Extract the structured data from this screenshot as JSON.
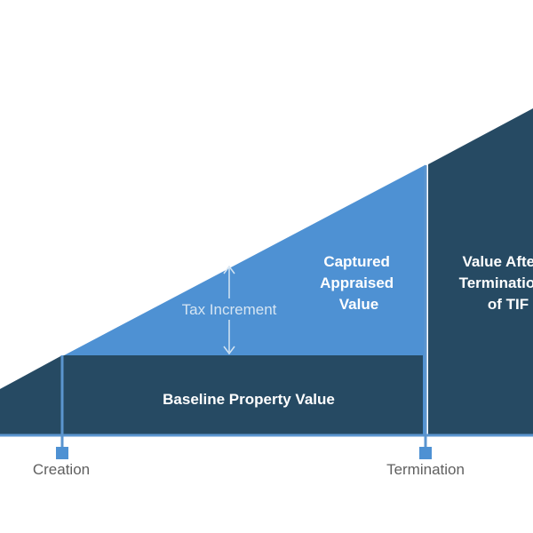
{
  "diagram": {
    "regions": {
      "baseline": "Baseline Property Value",
      "increment": "Tax Increment",
      "captured": [
        "Captured",
        "Appraised",
        "Value"
      ],
      "after": [
        "Value After",
        "Termination",
        "of TIF"
      ]
    },
    "timeline": {
      "creation": "Creation",
      "termination": "Termination"
    },
    "colors": {
      "dark_navy": "#264a63",
      "light_blue": "#4e91d3",
      "connector": "#5b95cf",
      "axis_text": "#606060",
      "region_text": "#ffffff",
      "increment_text": "#d5e5f3",
      "background": "#ffffff"
    }
  }
}
